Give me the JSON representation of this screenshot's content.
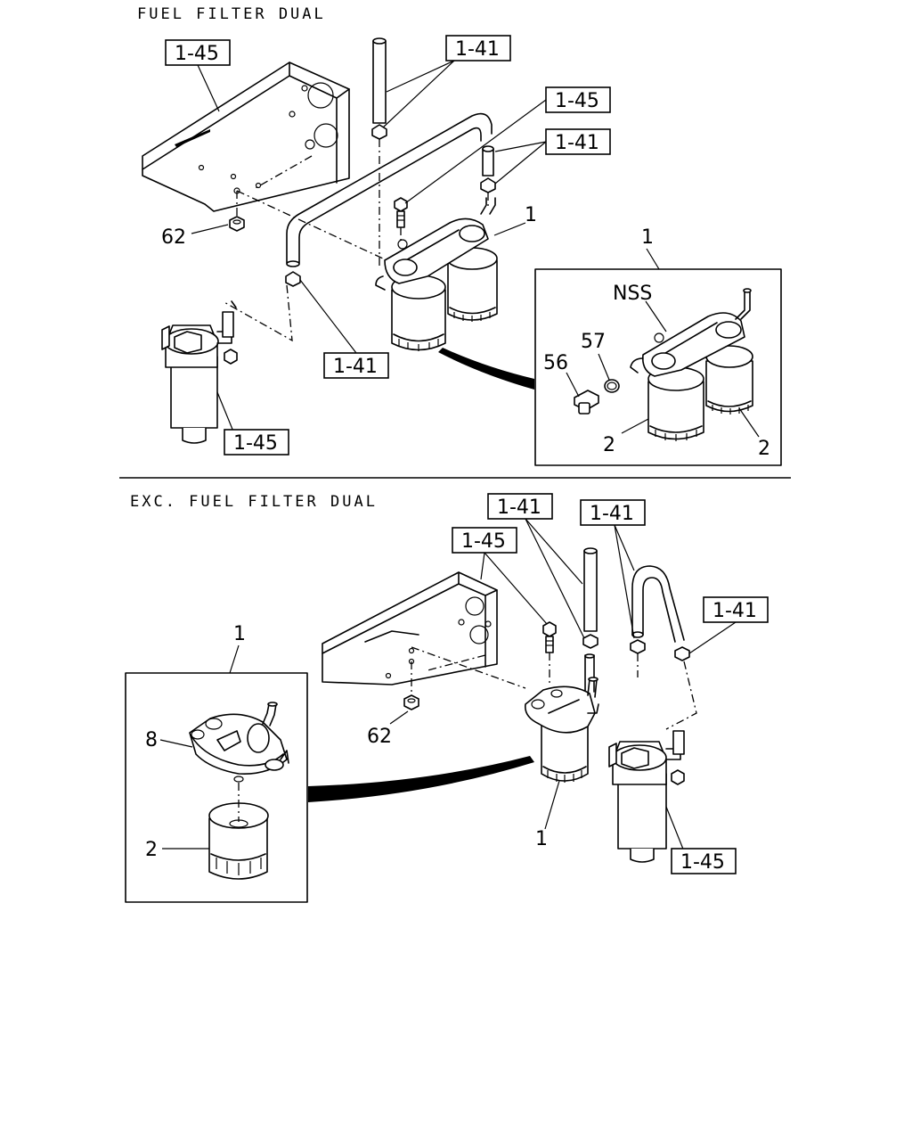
{
  "sections": {
    "dual": {
      "title": "FUEL FILTER DUAL"
    },
    "exc": {
      "title": "EXC. FUEL FILTER DUAL"
    }
  },
  "dual": {
    "ref_bracket": "1-45",
    "ref_pipe_top": "1-41",
    "ref_bolt": "1-45",
    "ref_pipe_right": "1-41",
    "ref_pipe_lower": "1-41",
    "ref_sep": "1-45",
    "lbl_nut": "62",
    "lbl_assy": "1",
    "lbl_detail": "1",
    "lbl_nss": "NSS",
    "lbl_oring": "57",
    "lbl_plug": "56",
    "lbl_elem_a": "2",
    "lbl_elem_b": "2"
  },
  "exc": {
    "ref_pipe_a": "1-41",
    "ref_pipe_b": "1-41",
    "ref_bracket": "1-45",
    "ref_pipe_c": "1-41",
    "ref_sep": "1-45",
    "lbl_nut": "62",
    "lbl_assy": "1",
    "lbl_detail": "1",
    "lbl_head": "8",
    "lbl_elem": "2"
  }
}
